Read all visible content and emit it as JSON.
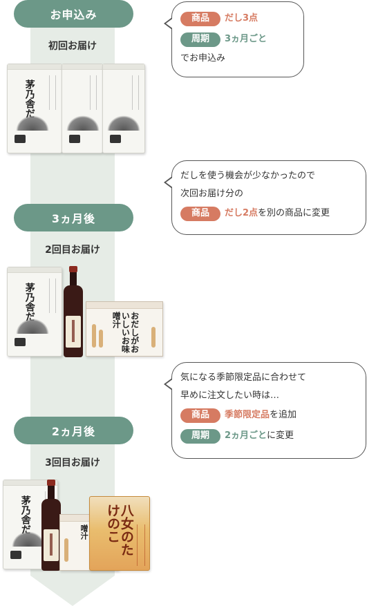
{
  "colors": {
    "pill": "#6c9888",
    "timeline": "#e6ece6",
    "tag_product": "#d67b62",
    "tag_cycle": "#6c9888",
    "highlight_product": "#d67b62",
    "highlight_cycle": "#6c9888"
  },
  "steps": [
    {
      "pill": "お申込み",
      "delivery": "初回お届け"
    },
    {
      "pill": "3ヵ月後",
      "delivery": "2回目お届け"
    },
    {
      "pill": "2ヵ月後",
      "delivery": "3回目お届け"
    }
  ],
  "bubbles": [
    {
      "rows": [
        {
          "tag": "商品",
          "value": "だし3点",
          "rest": ""
        },
        {
          "tag": "周期",
          "value": "3ヵ月ごと",
          "rest": ""
        }
      ],
      "footer": "でお申込み"
    },
    {
      "lines": [
        "だしを使う機会が少なかったので",
        "次回お届け分の"
      ],
      "row": {
        "tag": "商品",
        "value": "だし2点",
        "rest": "を別の商品に変更"
      }
    },
    {
      "lines": [
        "気になる季節限定品に合わせて",
        "早めに注文したい時は…"
      ],
      "rows": [
        {
          "tag": "商品",
          "value": "季節限定品",
          "rest": "を追加"
        },
        {
          "tag": "周期",
          "value": "2ヵ月ごと",
          "rest": "に変更"
        }
      ]
    }
  ],
  "products": {
    "dashi_pack": "茅乃舎だし",
    "tsuyu_box": "おだしがおいしいお味噌汁",
    "bamboo_pack": "八女のたけのこ"
  },
  "icons": [
    "dashi-pack-icon",
    "tsuyu-bottle-icon",
    "miso-soup-box-icon",
    "bamboo-shoot-pack-icon"
  ]
}
